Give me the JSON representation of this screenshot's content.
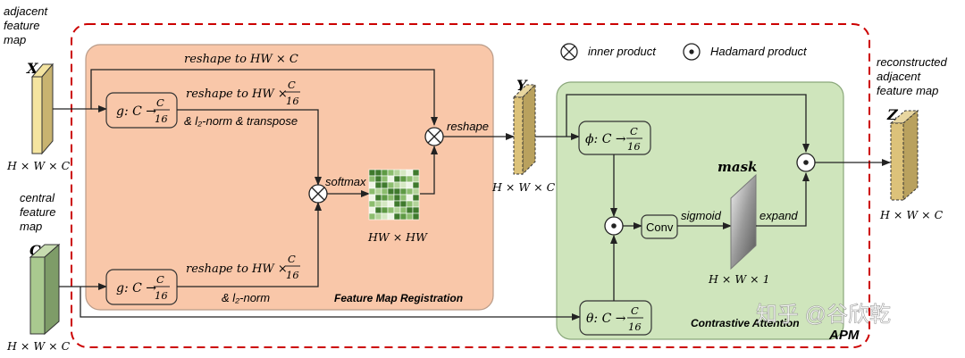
{
  "colors": {
    "registration_panel": "#f9c7a9",
    "attention_panel": "#cfe5bc",
    "apm_border": "#cc0000",
    "feature_yellow": "#f5e5a0",
    "feature_green": "#a9c98f",
    "feature_tan": "#dcc27a",
    "arrow": "#222222"
  },
  "inputs": {
    "adjacent_label_1": "adjacent",
    "adjacent_label_2": "feature",
    "adjacent_label_3": "map",
    "x_symbol": "X",
    "x_dims": "H × W × C",
    "central_label_1": "central",
    "central_label_2": "feature",
    "central_label_3": "map",
    "c_symbol": "C",
    "c_dims": "H × W × C"
  },
  "legend": {
    "inner_product": "inner product",
    "hadamard_product": "Hadamard product"
  },
  "registration": {
    "title": "Feature Map Registration",
    "reshape_top": "reshape to  HW × C",
    "g_top_label": "g: C →",
    "g_top_num": "C",
    "g_top_den": "16",
    "g_bot_label": "g: C →",
    "g_bot_num": "C",
    "g_bot_den": "16",
    "reshape_hw_top": "reshape to HW ×",
    "reshape_hw_top_num": "C",
    "reshape_hw_top_den": "16",
    "l2_transpose": "& l₂-norm & transpose",
    "reshape_hw_bot": "reshape to HW ×",
    "reshape_hw_bot_num": "C",
    "reshape_hw_bot_den": "16",
    "l2_norm": "& l₂-norm",
    "softmax": "softmax",
    "matrix_dims": "HW × HW",
    "reshape_out": "reshape"
  },
  "intermediate": {
    "y_symbol": "Y",
    "y_dims": "H × W × C"
  },
  "attention": {
    "title": "Contrastive Attention",
    "phi_label": "ϕ: C →",
    "phi_num": "C",
    "phi_den": "16",
    "theta_label": "θ: C →",
    "theta_num": "C",
    "theta_den": "16",
    "conv": "Conv",
    "sigmoid": "sigmoid",
    "mask": "mask",
    "mask_dims": "H × W × 1",
    "expand": "expand"
  },
  "output": {
    "label_1": "reconstructed",
    "label_2": "adjacent",
    "label_3": "feature map",
    "z_symbol": "Z",
    "z_dims": "H × W × C"
  },
  "apm_label": "APM",
  "watermark": "知乎 @谷欣乾"
}
